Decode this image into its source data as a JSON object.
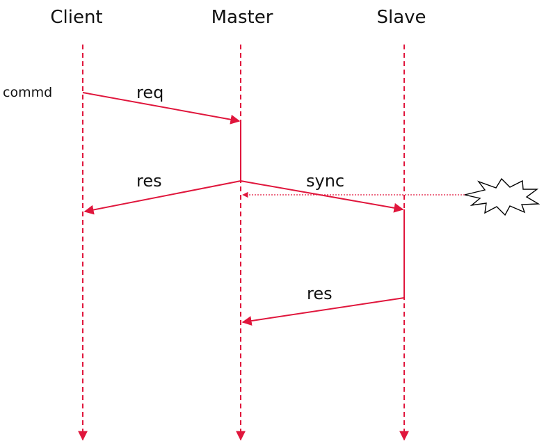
{
  "diagram": {
    "participants": [
      "Client",
      "Master",
      "Slave"
    ],
    "side_label": "commd",
    "messages": [
      {
        "label": "req",
        "from": "Client",
        "to": "Master"
      },
      {
        "label": "res",
        "from": "Master",
        "to": "Client"
      },
      {
        "label": "sync",
        "from": "Master",
        "to": "Slave"
      },
      {
        "label": "res",
        "from": "Slave",
        "to": "Master"
      }
    ],
    "failure_event_icon": "explosion-burst-icon",
    "colors": {
      "line": "#e0163c",
      "text": "#111111",
      "burst": "#000000"
    }
  }
}
